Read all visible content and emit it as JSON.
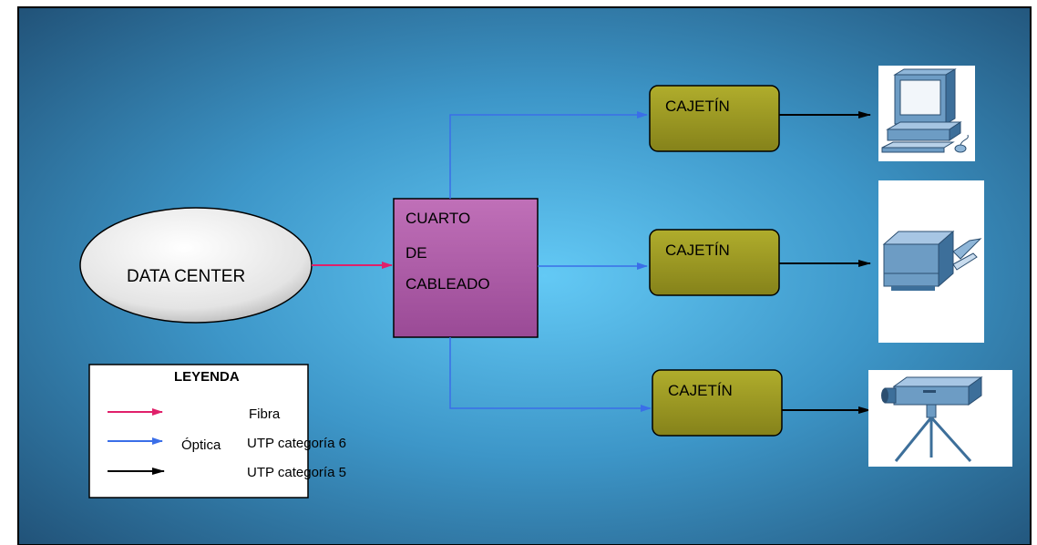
{
  "nodes": {
    "data_center": "DATA CENTER",
    "cuarto": [
      "CUARTO",
      "DE",
      "CABLEADO"
    ],
    "cajetin_1": "CAJETÍN",
    "cajetin_2": "CAJETÍN",
    "cajetin_3": "CAJETÍN"
  },
  "devices": {
    "top": "computer-icon",
    "middle": "printer-icon",
    "bottom": "projector-icon"
  },
  "legend": {
    "title": "LEYENDA",
    "items": [
      {
        "label": "Fibra",
        "color": "#e0206a"
      },
      {
        "label": "Óptica",
        "color": "#3a6ee8"
      },
      {
        "label": "UTP categoría 6",
        "color": "#3a6ee8"
      },
      {
        "label": "UTP categoría 5",
        "color": "#000000"
      }
    ]
  },
  "colors": {
    "background_center": "#5fc3f0",
    "background_edge": "#1f4a6e",
    "cuarto_fill": "#b25aaa",
    "cajetin_fill": "#9c9a1e",
    "fiber_link": "#e0206a",
    "utp6_link": "#3a6ee8",
    "utp5_link": "#000000"
  }
}
